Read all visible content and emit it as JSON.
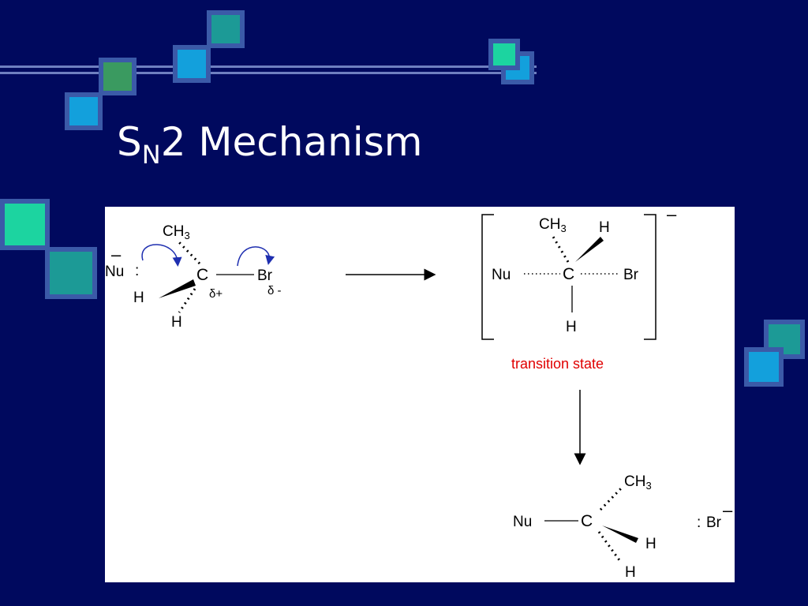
{
  "slide": {
    "title_main": "S",
    "title_sub": "N",
    "title_rest": "2 Mechanism",
    "colors": {
      "background": "#00095e",
      "square_border": "#3b5aa8",
      "square_teal": "#1c9a96",
      "square_blue": "#13a0dc",
      "square_green": "#3a9a60",
      "square_mint": "#1cd4a0",
      "highlight_text": "#e00000"
    }
  },
  "diagram": {
    "reactant": {
      "nucleophile": "Nu",
      "lone_pair": ":",
      "charge": "–",
      "ch3": "CH",
      "ch3_sub": "3",
      "carbon": "C",
      "h_left": "H",
      "h_bottom": "H",
      "delta_plus": "δ+",
      "bromine": "Br",
      "delta_minus": "δ -"
    },
    "transition_state": {
      "ch3": "CH",
      "ch3_sub": "3",
      "h_top": "H",
      "nucleophile": "Nu",
      "carbon": "C",
      "bromine": "Br",
      "h_bottom": "H",
      "charge": "–",
      "label": "transition state"
    },
    "product": {
      "ch3": "CH",
      "ch3_sub": "3",
      "nucleophile": "Nu",
      "carbon": "C",
      "h_right": "H",
      "h_bottom": "H",
      "leaving_group": "Br",
      "leaving_lone_pair": ":",
      "leaving_charge": "–"
    }
  }
}
